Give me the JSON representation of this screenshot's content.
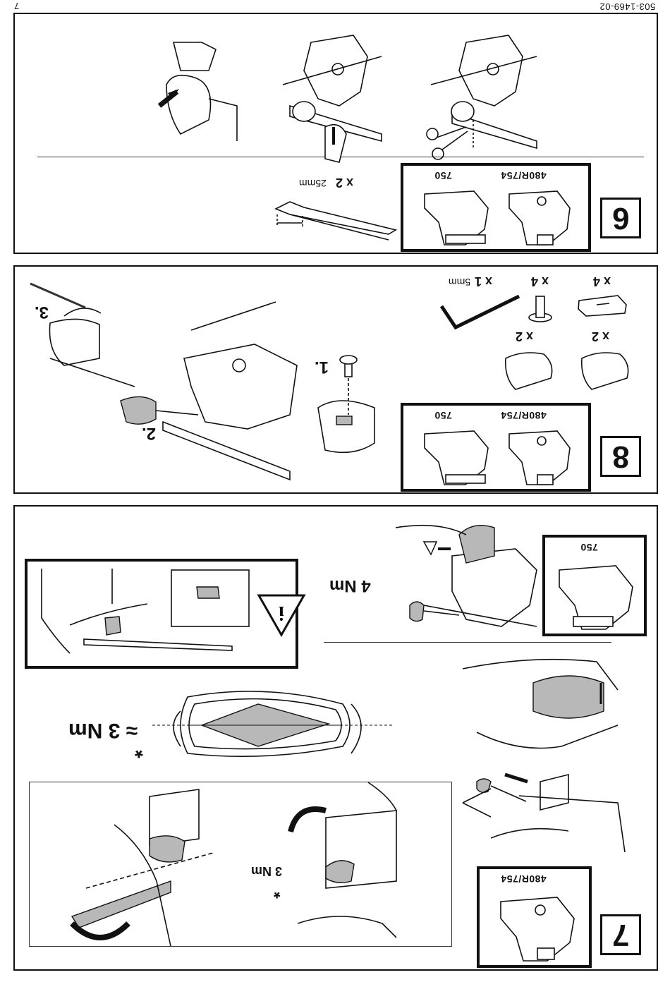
{
  "header": {
    "doc_number": "503-1469-02",
    "page_number": "7"
  },
  "step6": {
    "number": "6",
    "models": [
      "480R/754",
      "750"
    ],
    "strip_qty": "x 2",
    "strip_length": "25mm"
  },
  "step8": {
    "number": "8",
    "models": [
      "480R/754",
      "750"
    ],
    "parts": {
      "allen_key_qty": "x 1",
      "allen_key_size": "5mm",
      "screw_qty": "x 4",
      "nut_qty": "x 4",
      "cap_left_qty": "x 2",
      "cap_right_qty": "x 2"
    },
    "substeps": [
      "1.",
      "2.",
      "3."
    ]
  },
  "step7": {
    "number": "7",
    "model_top": "750",
    "model_bottom": "480R/754",
    "torque_top": "4 Nm",
    "torque_mid": "≈ 3 Nm",
    "torque_bottom": "3 Nm",
    "asterisk": "*"
  },
  "icons": [
    "warning-triangle-icon",
    "info-icon",
    "arrow-icon",
    "rotate-arrow-icon"
  ]
}
